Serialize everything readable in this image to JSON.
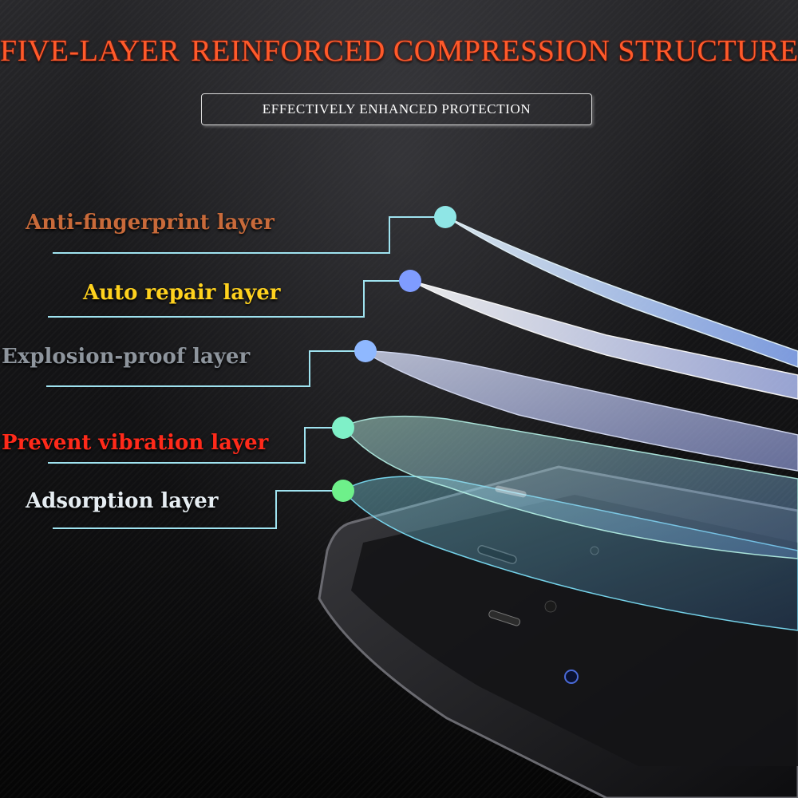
{
  "header": {
    "title_a": "FIVE-LAYER",
    "title_b": "REINFORCED COMPRESSION STRUCTURE",
    "subtitle": "EFFECTIVELY ENHANCED PROTECTION"
  },
  "layers": [
    {
      "label": "Anti-fingerprint layer",
      "color": "#c86a3a",
      "dot_color": "#8fe6e6"
    },
    {
      "label": "Auto repair layer",
      "color": "#ffd21e",
      "dot_color": "#7f9cff"
    },
    {
      "label": "Explosion-proof layer",
      "color": "#8e959d",
      "dot_color": "#8fb8ff"
    },
    {
      "label": "Prevent vibration layer",
      "color": "#ff2a1a",
      "dot_color": "#7ff0c8"
    },
    {
      "label": "Adsorption layer",
      "color": "#e6edf2",
      "dot_color": "#6ef08a"
    }
  ],
  "colors": {
    "accent": "#ff5a2a",
    "line": "#9fe3f0"
  }
}
